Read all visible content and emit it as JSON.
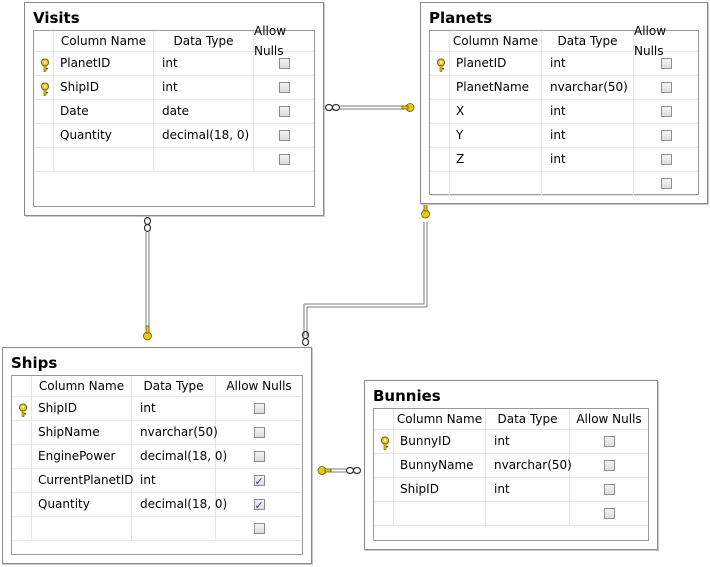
{
  "headers": {
    "col_name": "Column Name",
    "data_type": "Data Type",
    "allow_nulls": "Allow Nulls"
  },
  "tables": {
    "visits": {
      "title": "Visits",
      "rows": [
        {
          "name": "PlanetID",
          "type": "int",
          "nulls": false,
          "key": true
        },
        {
          "name": "ShipID",
          "type": "int",
          "nulls": false,
          "key": true
        },
        {
          "name": "Date",
          "type": "date",
          "nulls": false,
          "key": false
        },
        {
          "name": "Quantity",
          "type": "decimal(18, 0)",
          "nulls": false,
          "key": false
        },
        {
          "name": "",
          "type": "",
          "nulls": false,
          "key": false
        }
      ]
    },
    "planets": {
      "title": "Planets",
      "rows": [
        {
          "name": "PlanetID",
          "type": "int",
          "nulls": false,
          "key": true
        },
        {
          "name": "PlanetName",
          "type": "nvarchar(50)",
          "nulls": false,
          "key": false
        },
        {
          "name": "X",
          "type": "int",
          "nulls": false,
          "key": false
        },
        {
          "name": "Y",
          "type": "int",
          "nulls": false,
          "key": false
        },
        {
          "name": "Z",
          "type": "int",
          "nulls": false,
          "key": false
        },
        {
          "name": "",
          "type": "",
          "nulls": false,
          "key": false
        }
      ]
    },
    "ships": {
      "title": "Ships",
      "rows": [
        {
          "name": "ShipID",
          "type": "int",
          "nulls": false,
          "key": true
        },
        {
          "name": "ShipName",
          "type": "nvarchar(50)",
          "nulls": false,
          "key": false
        },
        {
          "name": "EnginePower",
          "type": "decimal(18, 0)",
          "nulls": false,
          "key": false
        },
        {
          "name": "CurrentPlanetID",
          "type": "int",
          "nulls": true,
          "key": false
        },
        {
          "name": "Quantity",
          "type": "decimal(18, 0)",
          "nulls": true,
          "key": false
        },
        {
          "name": "",
          "type": "",
          "nulls": false,
          "key": false
        }
      ]
    },
    "bunnies": {
      "title": "Bunnies",
      "rows": [
        {
          "name": "BunnyID",
          "type": "int",
          "nulls": false,
          "key": true
        },
        {
          "name": "BunnyName",
          "type": "nvarchar(50)",
          "nulls": false,
          "key": false
        },
        {
          "name": "ShipID",
          "type": "int",
          "nulls": false,
          "key": false
        },
        {
          "name": "",
          "type": "",
          "nulls": false,
          "key": false
        }
      ]
    }
  },
  "colors": {
    "key_gold": "#e8c81a",
    "line": "#7a7a7a",
    "border": "#8a8a8a"
  }
}
